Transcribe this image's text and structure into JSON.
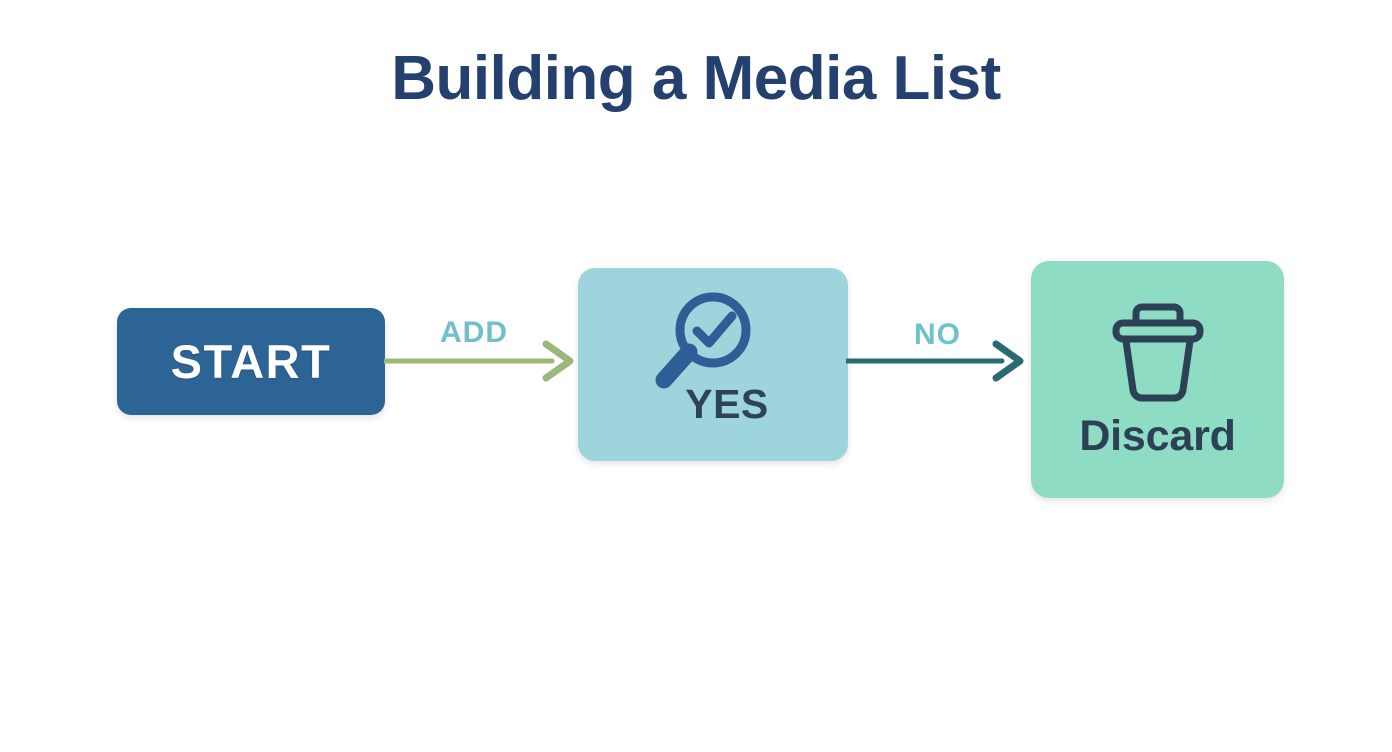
{
  "diagram": {
    "title": "Building a Media List",
    "type": "flowchart",
    "orientation": "left-to-right",
    "background_color": "#ffffff",
    "title_color": "#24406e",
    "nodes": [
      {
        "id": "start",
        "label": "START",
        "shape": "rounded-rectangle",
        "fill_color": "#2d6496",
        "text_color": "#ffffff",
        "icon": null
      },
      {
        "id": "review",
        "label": "YES",
        "shape": "rounded-rectangle",
        "fill_color": "#9ed5dc",
        "text_color": "#2e4456",
        "icon": "magnifier-check-icon",
        "icon_color": "#2d5f96"
      },
      {
        "id": "discard",
        "label": "Discard",
        "shape": "rounded-rectangle",
        "fill_color": "#8fdcc4",
        "text_color": "#2c4156",
        "icon": "trash-can-icon",
        "icon_color": "#2c4156"
      }
    ],
    "edges": [
      {
        "id": "add",
        "label": "ADD",
        "from": "start",
        "to": "review",
        "line_color": "#9bb87a",
        "label_color": "#6fc0c9"
      },
      {
        "id": "no",
        "label": "NO",
        "from": "review",
        "to": "discard",
        "line_color": "#2a6b72",
        "label_color": "#6cc3cd"
      }
    ]
  }
}
